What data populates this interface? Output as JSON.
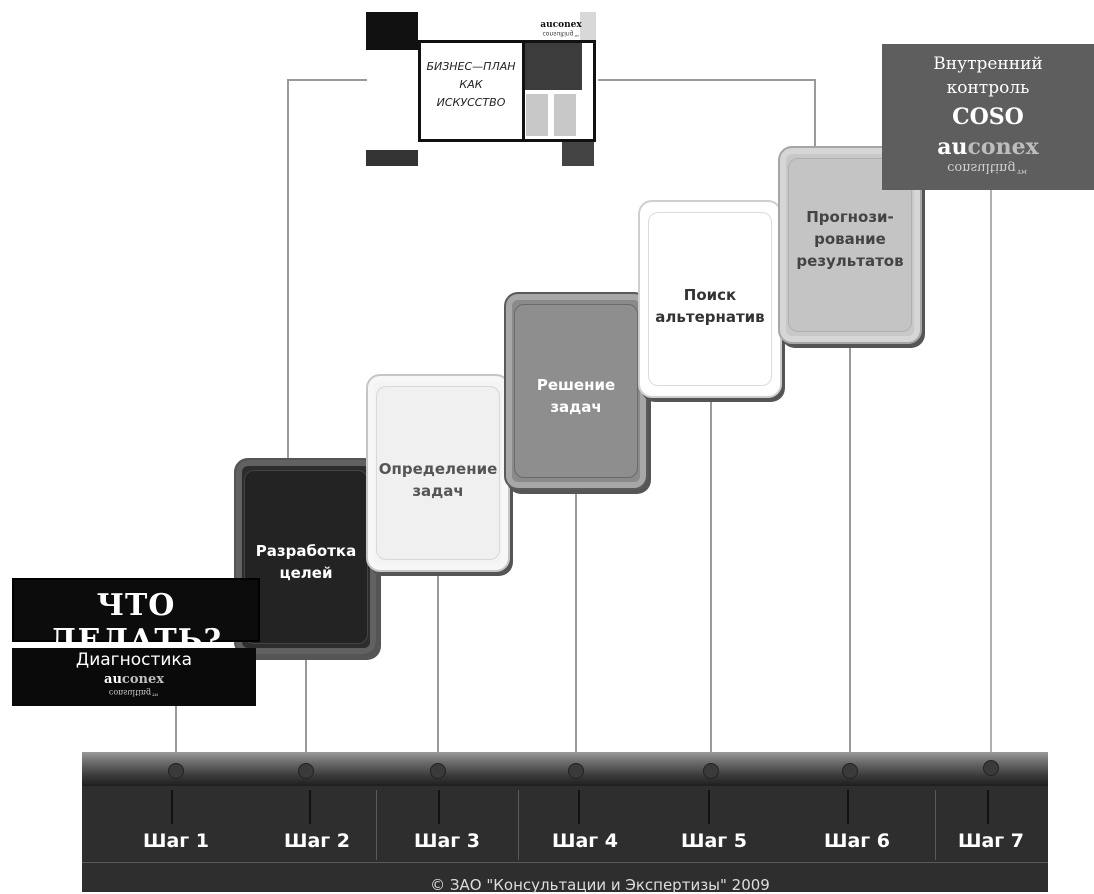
{
  "cards": [
    {
      "id": "step2",
      "label": "Разработка\nцелей"
    },
    {
      "id": "step3",
      "label": "Определение\nзадач"
    },
    {
      "id": "step4",
      "label": "Решение\nзадач"
    },
    {
      "id": "step5",
      "label": "Поиск\nальтернатив"
    },
    {
      "id": "step6",
      "label": "Прогнози-\nрование\nрезультатов"
    }
  ],
  "left_badge": {
    "headline": "ЧТО ДЕЛАТЬ?",
    "subtitle": "Диагностика",
    "brand_au": "au",
    "brand_conex": "conex",
    "brand_consulting": "consulting™"
  },
  "right_badge": {
    "title": "Внутренний\nконтроль",
    "subtitle": "COSO",
    "brand_au": "au",
    "brand_conex": "conex",
    "brand_consulting": "consulting™"
  },
  "book": {
    "text": "БИЗНЕС—ПЛАН\nКАК\nИСКУССТВО",
    "brand": "auconex",
    "consulting": "consulting™"
  },
  "timeline": {
    "steps": [
      "Шаг 1",
      "Шаг 2",
      "Шаг 3",
      "Шаг 4",
      "Шаг 5",
      "Шаг 6",
      "Шаг 7"
    ],
    "copyright": "© ЗАО \"Консультации и Экспертизы\" 2009"
  }
}
